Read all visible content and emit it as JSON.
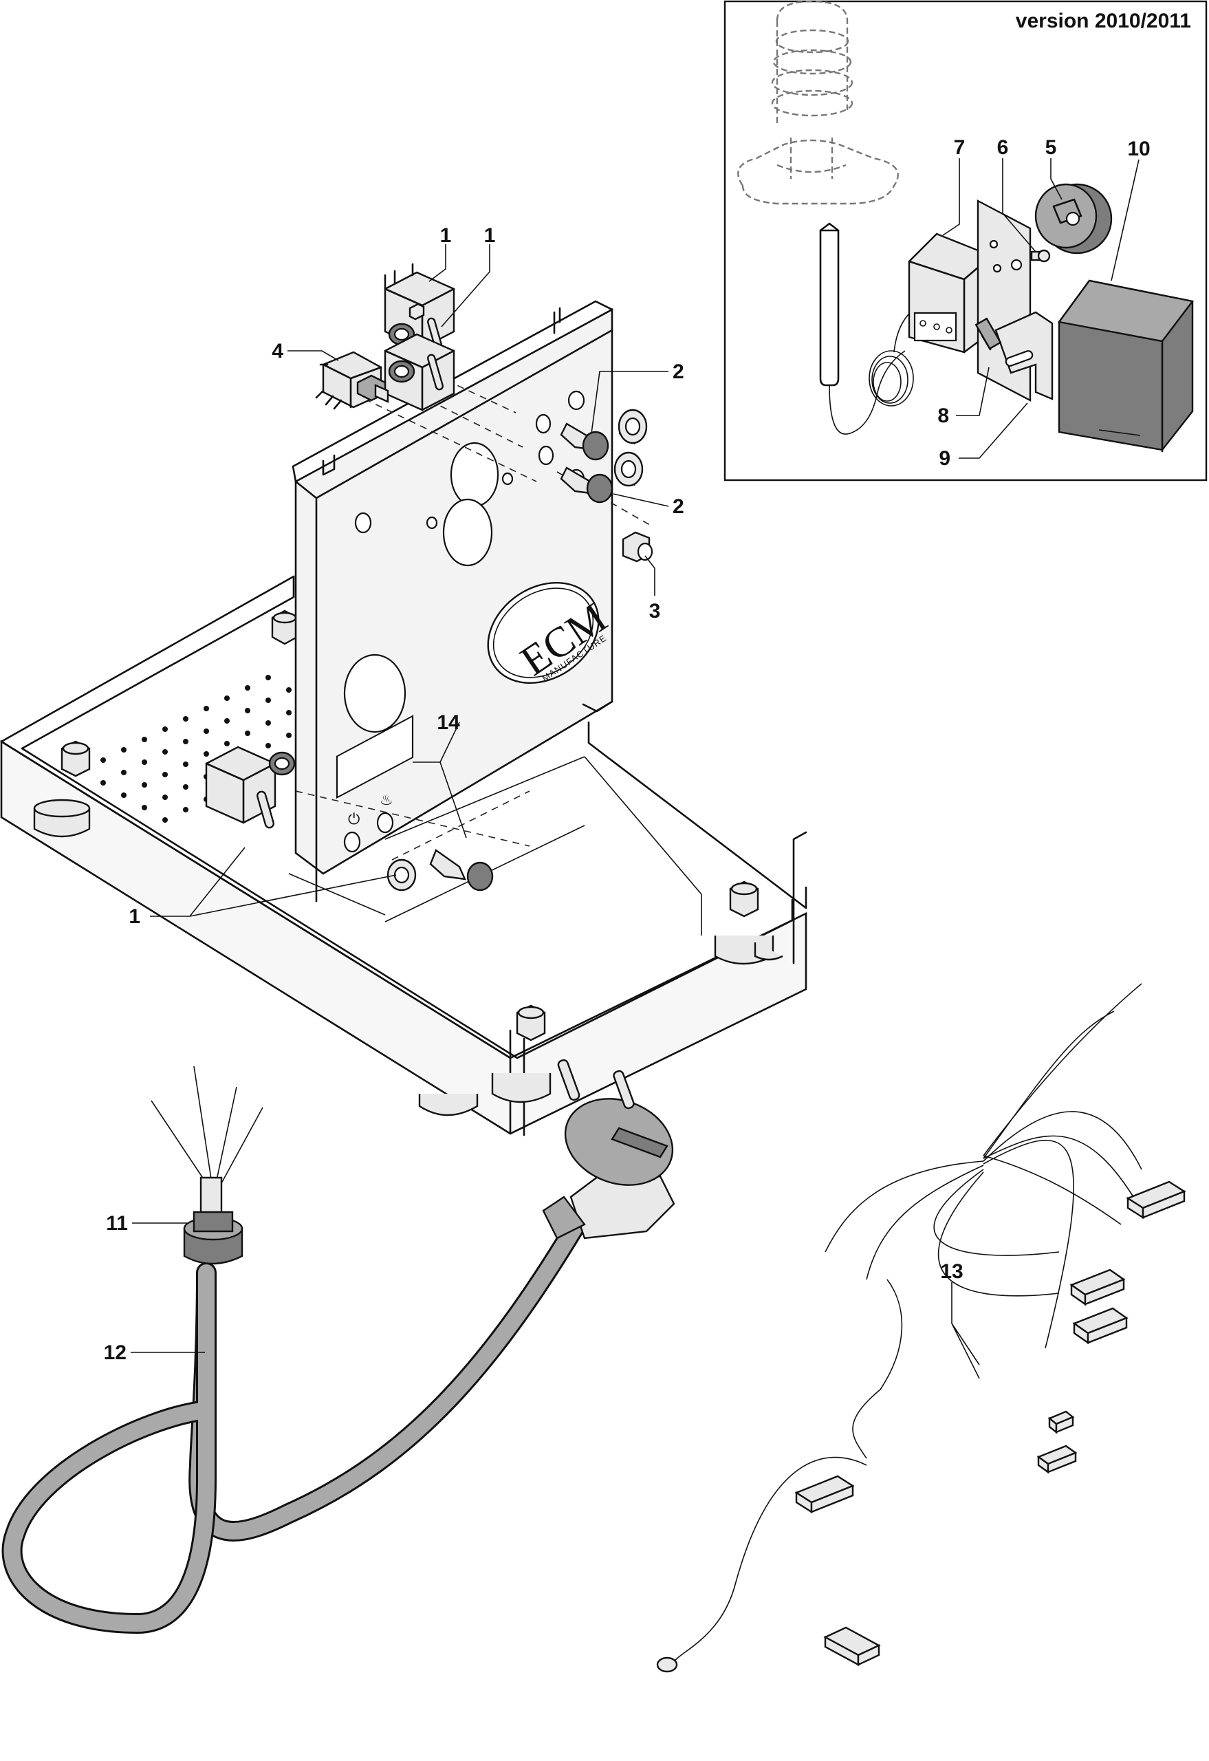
{
  "inset": {
    "version_label": "version 2010/2011",
    "callouts": [
      {
        "id": "7",
        "label": "7"
      },
      {
        "id": "6",
        "label": "6"
      },
      {
        "id": "5",
        "label": "5"
      },
      {
        "id": "10",
        "label": "10"
      },
      {
        "id": "8",
        "label": "8"
      },
      {
        "id": "9",
        "label": "9"
      }
    ]
  },
  "main": {
    "logo_text": "ECM",
    "logo_subtext": "MANUFACTURE",
    "callouts": [
      {
        "id": "1a",
        "label": "1"
      },
      {
        "id": "1b",
        "label": "1"
      },
      {
        "id": "4",
        "label": "4"
      },
      {
        "id": "2a",
        "label": "2"
      },
      {
        "id": "2b",
        "label": "2"
      },
      {
        "id": "3",
        "label": "3"
      },
      {
        "id": "14",
        "label": "14"
      },
      {
        "id": "1c",
        "label": "1"
      }
    ]
  },
  "cable": {
    "callouts": [
      {
        "id": "11",
        "label": "11"
      },
      {
        "id": "12",
        "label": "12"
      }
    ]
  },
  "harness": {
    "callouts": [
      {
        "id": "13",
        "label": "13"
      }
    ]
  },
  "icons": [
    "power-symbol-icon",
    "steam-symbol-icon"
  ],
  "colors": {
    "line": "#111111",
    "part_fill": "#e9e9e9",
    "dark_part": "#7d7d7d",
    "background": "#ffffff"
  }
}
